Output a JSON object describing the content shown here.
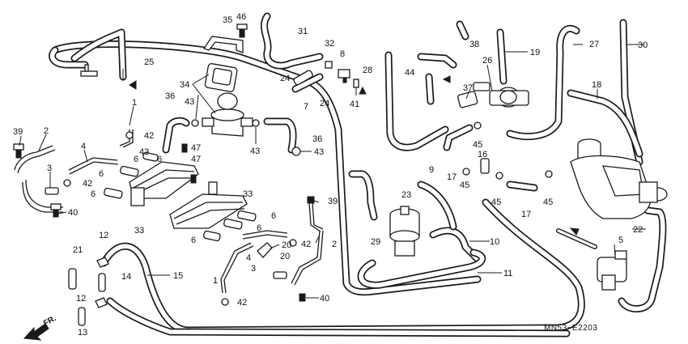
{
  "diagram": {
    "drawing_code": "MN53−E2203",
    "front_marker": "FR.",
    "callouts": [
      {
        "id": "c1a",
        "label": "1"
      },
      {
        "id": "c1b",
        "label": "1"
      },
      {
        "id": "c2a",
        "label": "2"
      },
      {
        "id": "c2b",
        "label": "2"
      },
      {
        "id": "c3a",
        "label": "3"
      },
      {
        "id": "c3b",
        "label": "3"
      },
      {
        "id": "c4a",
        "label": "4"
      },
      {
        "id": "c4b",
        "label": "4"
      },
      {
        "id": "c5",
        "label": "5"
      },
      {
        "id": "c6a",
        "label": "6"
      },
      {
        "id": "c6b",
        "label": "6"
      },
      {
        "id": "c6c",
        "label": "6"
      },
      {
        "id": "c6d",
        "label": "6"
      },
      {
        "id": "c6e",
        "label": "6"
      },
      {
        "id": "c6f",
        "label": "6"
      },
      {
        "id": "c6g",
        "label": "6"
      },
      {
        "id": "c7",
        "label": "7"
      },
      {
        "id": "c8",
        "label": "8"
      },
      {
        "id": "c9",
        "label": "9"
      },
      {
        "id": "c10",
        "label": "10"
      },
      {
        "id": "c11",
        "label": "11"
      },
      {
        "id": "c12a",
        "label": "12"
      },
      {
        "id": "c12b",
        "label": "12"
      },
      {
        "id": "c13",
        "label": "13"
      },
      {
        "id": "c14",
        "label": "14"
      },
      {
        "id": "c15",
        "label": "15"
      },
      {
        "id": "c16",
        "label": "16"
      },
      {
        "id": "c17a",
        "label": "17"
      },
      {
        "id": "c17b",
        "label": "17"
      },
      {
        "id": "c18",
        "label": "18"
      },
      {
        "id": "c19",
        "label": "19"
      },
      {
        "id": "c20a",
        "label": "20"
      },
      {
        "id": "c20b",
        "label": "20"
      },
      {
        "id": "c21",
        "label": "21"
      },
      {
        "id": "c22",
        "label": "22"
      },
      {
        "id": "c23",
        "label": "23"
      },
      {
        "id": "c24a",
        "label": "24"
      },
      {
        "id": "c24b",
        "label": "24"
      },
      {
        "id": "c25",
        "label": "25"
      },
      {
        "id": "c26",
        "label": "26"
      },
      {
        "id": "c27",
        "label": "27"
      },
      {
        "id": "c28",
        "label": "28"
      },
      {
        "id": "c29",
        "label": "29"
      },
      {
        "id": "c30",
        "label": "30"
      },
      {
        "id": "c31",
        "label": "31"
      },
      {
        "id": "c32",
        "label": "32"
      },
      {
        "id": "c33a",
        "label": "33"
      },
      {
        "id": "c33b",
        "label": "33"
      },
      {
        "id": "c34",
        "label": "34"
      },
      {
        "id": "c35",
        "label": "35"
      },
      {
        "id": "c36a",
        "label": "36"
      },
      {
        "id": "c36b",
        "label": "36"
      },
      {
        "id": "c37",
        "label": "37"
      },
      {
        "id": "c38",
        "label": "38"
      },
      {
        "id": "c39a",
        "label": "39"
      },
      {
        "id": "c39b",
        "label": "39"
      },
      {
        "id": "c40a",
        "label": "40"
      },
      {
        "id": "c40b",
        "label": "40"
      },
      {
        "id": "c41",
        "label": "41"
      },
      {
        "id": "c42a",
        "label": "42"
      },
      {
        "id": "c42b",
        "label": "42"
      },
      {
        "id": "c42c",
        "label": "42"
      },
      {
        "id": "c42d",
        "label": "42"
      },
      {
        "id": "c43a",
        "label": "43"
      },
      {
        "id": "c43b",
        "label": "43"
      },
      {
        "id": "c43c",
        "label": "43"
      },
      {
        "id": "c43d",
        "label": "43"
      },
      {
        "id": "c44",
        "label": "44"
      },
      {
        "id": "c45a",
        "label": "45"
      },
      {
        "id": "c45b",
        "label": "45"
      },
      {
        "id": "c45c",
        "label": "45"
      },
      {
        "id": "c45d",
        "label": "45"
      },
      {
        "id": "c46",
        "label": "46"
      },
      {
        "id": "c47a",
        "label": "47"
      },
      {
        "id": "c47b",
        "label": "47"
      }
    ]
  }
}
